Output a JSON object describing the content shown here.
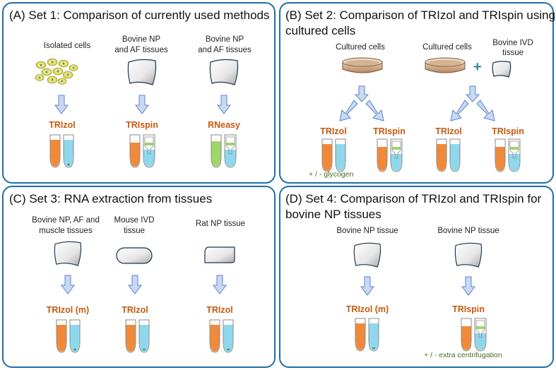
{
  "panels": {
    "a": {
      "title": "(A) Set 1: Comparison of currently used methods",
      "col1_label": "Isolated cells",
      "col2_label_1": "Bovine NP",
      "col2_label_2": "and AF tissues",
      "col3_label_1": "Bovine NP",
      "col3_label_2": "and AF tissues",
      "method1": "TRIzol",
      "method2": "TRIspin",
      "method3": "RNeasy"
    },
    "b": {
      "title_1": "(B) Set 2: Comparison of TRIzol and TRIspin using",
      "title_2": "cultured cells",
      "dish1_label": "Cultured cells",
      "dish2_label": "Cultured cells",
      "plus": "+",
      "ivd_label_1": "Bovine IVD",
      "ivd_label_2": "tissue",
      "method1": "TRIzol",
      "method2": "TRIspin",
      "method3": "TRIzol",
      "method4": "TRIspin",
      "note": "+ / - glycogen"
    },
    "c": {
      "title": "(C) Set 3: RNA extraction from tissues",
      "col1_label_1": "Bovine NP, AF and",
      "col1_label_2": "muscle tissues",
      "col2_label_1": "Mouse IVD",
      "col2_label_2": "tissue",
      "col3_label": "Rat NP tissue",
      "method1": "TRIzol (m)",
      "method2": "TRIzol",
      "method3": "TRIzol"
    },
    "d": {
      "title_1": "(D) Set 4: Comparison of TRIzol and TRIspin for",
      "title_2": "bovine NP tissues",
      "col1_label": "Bovine NP tissue",
      "col2_label": "Bovine NP tissue",
      "method1": "TRIzol (m)",
      "method2": "TRIspin",
      "note": "+ / - extra centrifugation"
    }
  },
  "colors": {
    "border": "#1f6fa8",
    "method_text": "#c65a10",
    "orange_liquid": "#f08a3a",
    "blue_liquid": "#8fd8ec",
    "green_liquid": "#9ed66a",
    "arrow_fill": "#c9d9f3",
    "arrow_stroke": "#5b85c8",
    "note_text": "#4b6b24"
  }
}
